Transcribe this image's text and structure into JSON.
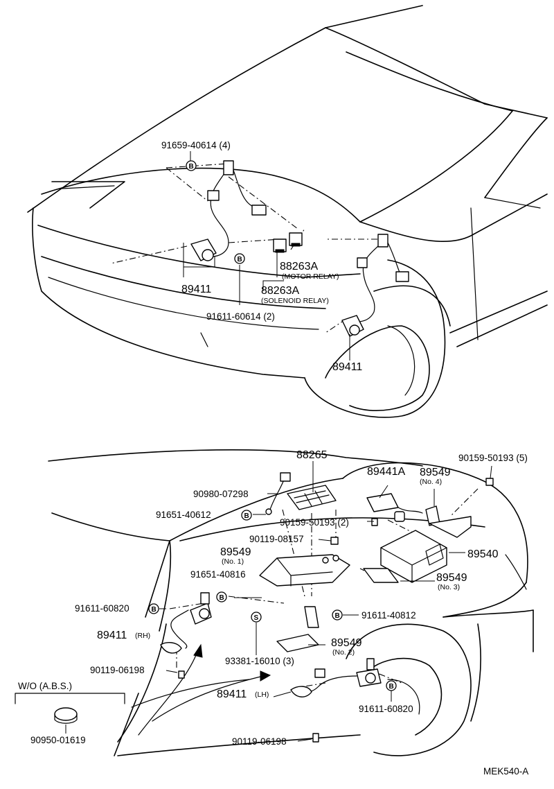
{
  "labels": {
    "bolt_91659": "91659-40614 (4)",
    "relay_motor_pn": "88263A",
    "relay_motor_desc": "(MOTOR RELAY)",
    "relay_sol_pn": "88263A",
    "relay_sol_desc": "(SOLENOID RELAY)",
    "sensor_front_left": "89411",
    "sensor_front_right": "89411",
    "bolt_91611_top": "91611-60614 (2)",
    "computer_88265": "88265",
    "harness_90980": "90980-07298",
    "bolt_91651_40612": "91651-40612",
    "actuator_89441a": "89441A",
    "bracket_no4_pn": "89549",
    "bracket_no4_desc": "(No. 4)",
    "bolt_90159_5": "90159-50193 (5)",
    "bolt_90159_2": "90159-50193 (2)",
    "bolt_90119_08157": "90119-08157",
    "bracket_no1_pn": "89549",
    "bracket_no1_desc": "(No. 1)",
    "ecu_89540": "89540",
    "bolt_91651_40816": "91651-40816",
    "bracket_no3_pn": "89549",
    "bracket_no3_desc": "(No. 3)",
    "bolt_91611_60820_a": "91611-60820",
    "bolt_91611_40812": "91611-40812",
    "sensor_rh_pn": "89411",
    "sensor_rh_desc": "(RH)",
    "bracket_no2_pn": "89549",
    "bracket_no2_desc": "(No. 2)",
    "screw_93381": "93381-16010 (3)",
    "bolt_90119_06198_a": "90119-06198",
    "sensor_lh_pn": "89411",
    "sensor_lh_desc": "(LH)",
    "bolt_91611_60820_b": "91611-60820",
    "bolt_90119_06198_b": "90119-06198",
    "wo_abs_title": "W/O (A.B.S.)",
    "plug_90950": "90950-01619",
    "figure_code": "MEK540-A"
  },
  "symbols": {
    "bolt_symbol": "B",
    "screw_symbol": "S"
  }
}
